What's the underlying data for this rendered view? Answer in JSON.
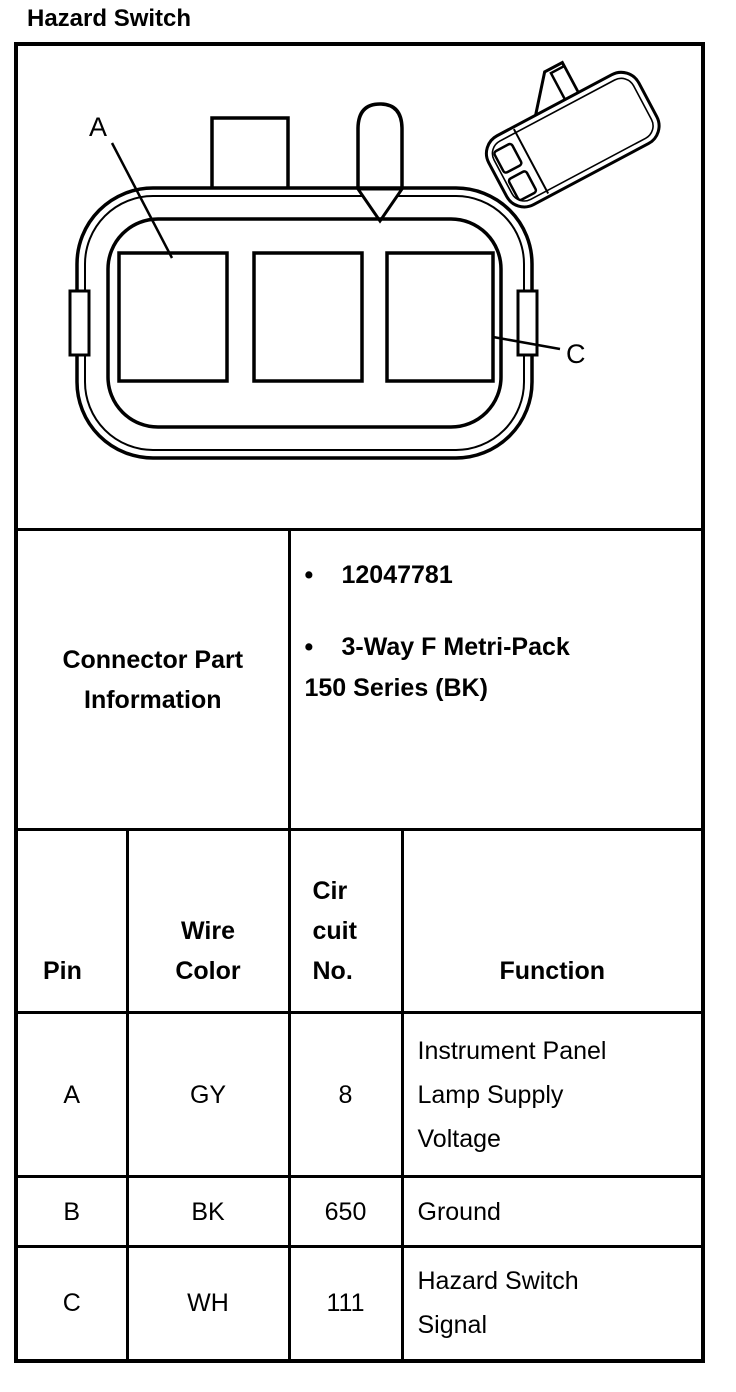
{
  "page": {
    "title": "Hazard Switch"
  },
  "colors": {
    "ink": "#000000",
    "paper": "#ffffff"
  },
  "diagram": {
    "pin_label_a": "A",
    "pin_label_c": "C"
  },
  "part_info": {
    "heading": "Connector Part\nInformation",
    "bullet_char": "•",
    "bullets": [
      "12047781",
      "3-Way F Metri-Pack\n150 Series (BK)"
    ]
  },
  "pin_table": {
    "headers": {
      "pin": "Pin",
      "wire_color": "Wire\nColor",
      "circuit_no": "Cir\ncuit\nNo.",
      "function": "Function"
    },
    "rows": [
      {
        "pin": "A",
        "wire_color": "GY",
        "circuit_no": "8",
        "function": "Instrument Panel\nLamp Supply\nVoltage"
      },
      {
        "pin": "B",
        "wire_color": "BK",
        "circuit_no": "650",
        "function": "Ground"
      },
      {
        "pin": "C",
        "wire_color": "WH",
        "circuit_no": "111",
        "function": "Hazard Switch\nSignal"
      }
    ]
  }
}
